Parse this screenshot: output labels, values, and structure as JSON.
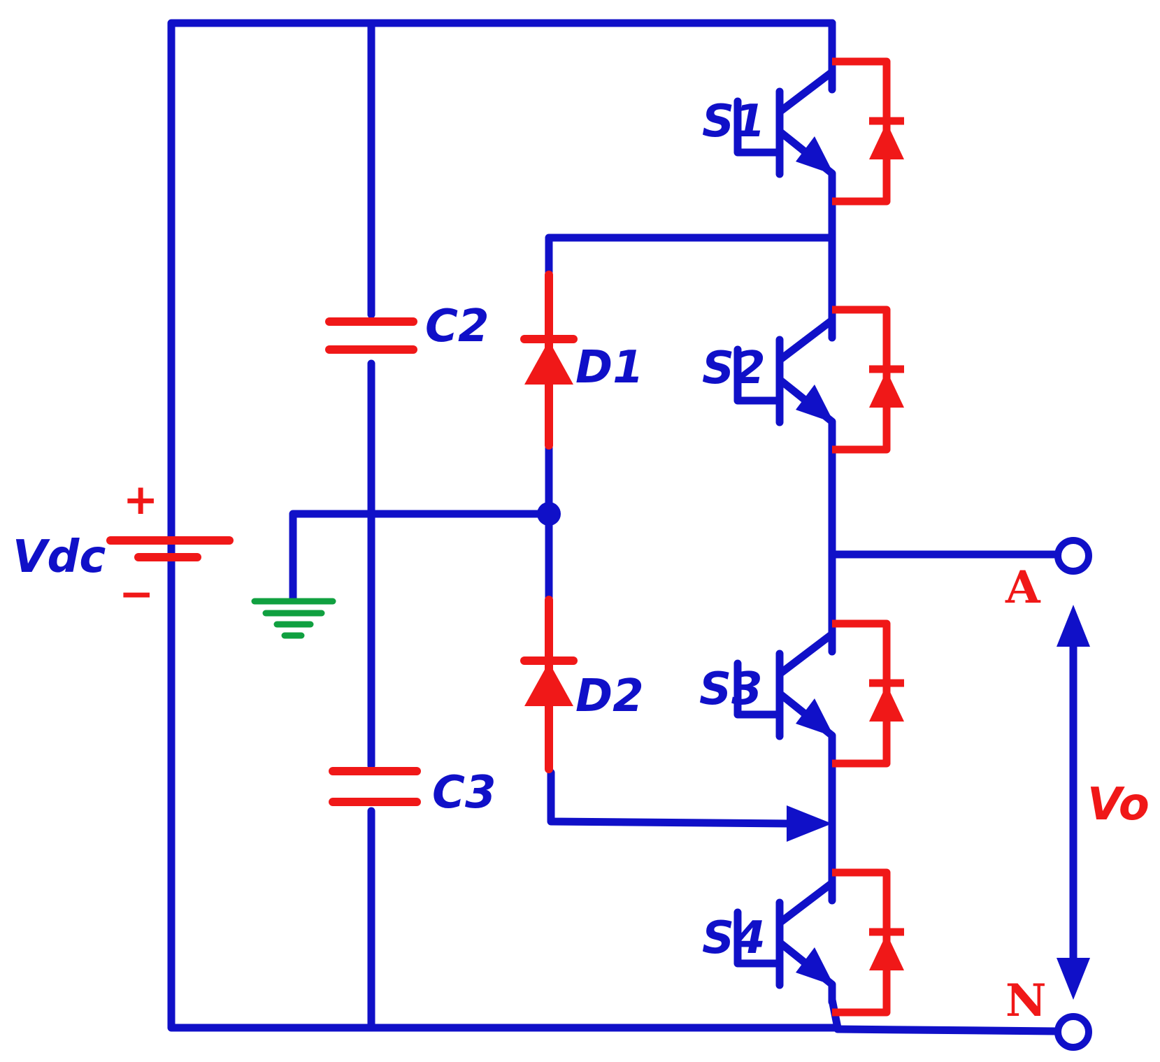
{
  "colors": {
    "wire": "#1010c8",
    "component": "#f01818",
    "ground": "#10a040",
    "background": "#ffffff"
  },
  "labels": {
    "source": "Vdc",
    "plus": "+",
    "minus": "−",
    "cap_top": "C2",
    "cap_bottom": "C3",
    "diode_top": "D1",
    "diode_bottom": "D2",
    "switch1": "S1",
    "switch2": "S2",
    "switch3": "S3",
    "switch4": "S4",
    "terminal_a": "A",
    "terminal_n": "N",
    "output_voltage": "Vo"
  }
}
